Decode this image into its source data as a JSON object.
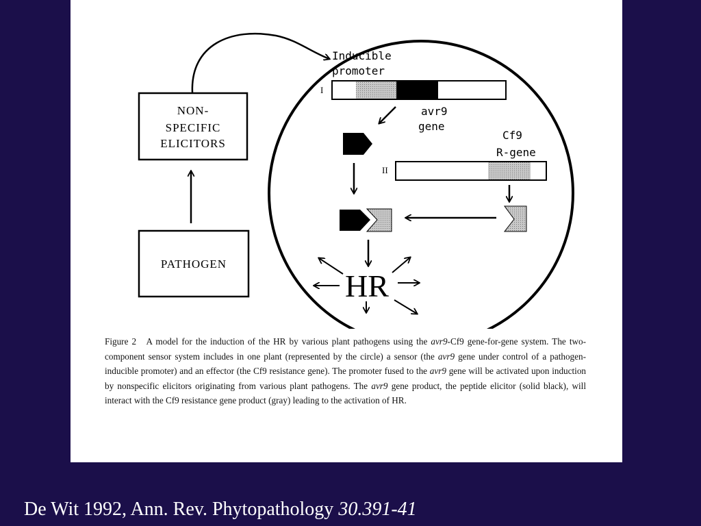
{
  "diagram": {
    "box_nonspecific_lines": [
      "NON-",
      "SPECIFIC",
      "ELICITORS"
    ],
    "box_pathogen": "PATHOGEN",
    "inducible_lines": [
      "Inducible",
      "promoter"
    ],
    "roman_1": "I",
    "roman_2": "II",
    "avr9_lines": [
      "avr9",
      "gene"
    ],
    "cf9_lines": [
      "Cf9",
      "R-gene"
    ],
    "hr": "HR"
  },
  "caption": {
    "figure_label": "Figure 2",
    "text_1": "A model for the induction of the HR by various plant pathogens using the ",
    "italic_1": "avr9",
    "text_2": "-Cf9 gene-for-gene system. The two-component sensor system includes in one plant (represented by the circle) a sensor (the ",
    "italic_2": "avr9",
    "text_3": " gene under control of a pathogen-inducible promoter) and an effector (the Cf9 resistance gene). The promoter fused to the ",
    "italic_3": "avr9",
    "text_4": " gene will be activated upon induction by nonspecific elicitors originating from various plant pathogens. The ",
    "italic_4": "avr9",
    "text_5": " gene product, the peptide elicitor (solid black), will interact with the Cf9 resistance gene product (gray) leading to the activation of HR."
  },
  "citation": {
    "text": "De Wit 1992, Ann. Rev. Phytopathology ",
    "italic": "30.391-41"
  },
  "colors": {
    "background": "#1b0f4a",
    "panel": "#ffffff",
    "ink": "#000000",
    "gray": "#bdbdbd"
  }
}
